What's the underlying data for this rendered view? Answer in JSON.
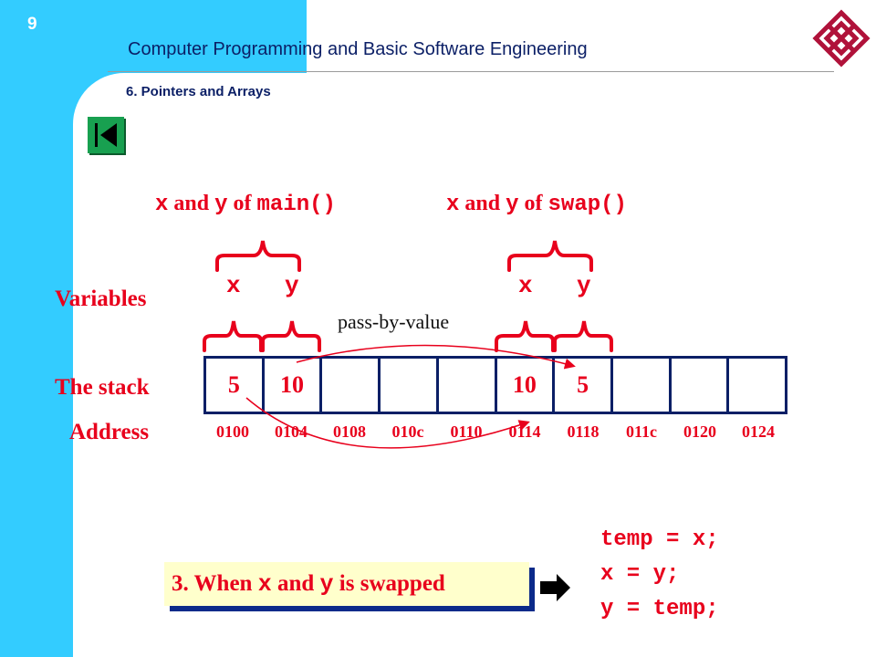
{
  "slide": {
    "number": "9",
    "course_title": "Computer Programming and Basic Software Engineering",
    "section": "6. Pointers and Arrays"
  },
  "icons": {
    "back": "first-slide-icon",
    "logo": "university-logo-icon",
    "arrow": "right-arrow-icon"
  },
  "colors": {
    "side_band": "#33ccff",
    "accent_red": "#e8001c",
    "navy": "#0b1f66",
    "nav_button": "#18a050",
    "step_box": "#ffffcc"
  },
  "diagram": {
    "main_header": {
      "x": "x",
      "and": "and",
      "y": "y",
      "of": "of",
      "fn": "main()"
    },
    "swap_header": {
      "x": "x",
      "and": "and",
      "y": "y",
      "of": "of",
      "fn": "swap()"
    },
    "labels": {
      "variables": "Variables",
      "stack": "The stack",
      "address": "Address"
    },
    "main_vars": [
      "x",
      "y"
    ],
    "swap_vars": [
      "x",
      "y"
    ],
    "pass_label": "pass-by-value",
    "stack_cells": [
      "5",
      "10",
      "",
      "",
      "",
      "10",
      "5",
      "",
      "",
      ""
    ],
    "addresses": [
      "0100",
      "0104",
      "0108",
      "010c",
      "0110",
      "0114",
      "0118",
      "011c",
      "0120",
      "0124"
    ]
  },
  "step": {
    "prefix": "3. When",
    "x": "x",
    "and": "and",
    "y": "y",
    "suffix": "is swapped"
  },
  "code_lines": [
    "temp = x;",
    "x = y;",
    "y = temp;"
  ]
}
